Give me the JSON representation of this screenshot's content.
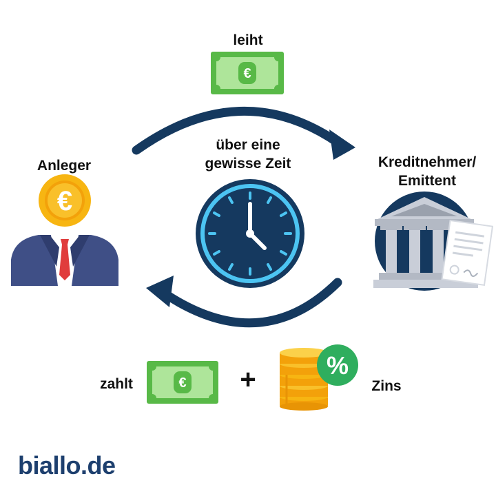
{
  "labels": {
    "leiht": "leiht",
    "anleger": "Anleger",
    "zeit_line1": "über eine",
    "zeit_line2": "gewisse Zeit",
    "kredit_line1": "Kreditnehmer/",
    "kredit_line2": "Emittent",
    "zahlt": "zahlt",
    "plus": "+",
    "zins": "Zins"
  },
  "logo": "biallo.de",
  "icons": {
    "banknote_top": "euro-banknote-icon",
    "investor": "investor-coin-head-icon",
    "clock": "clock-icon",
    "bank": "bank-building-icon",
    "banknote_bottom": "euro-banknote-icon",
    "coins": "coin-stack-percent-icon"
  },
  "colors": {
    "navy": "#15395f",
    "money_green": "#58b947",
    "money_light": "#aee59a",
    "clock_blue": "#4cc4f2",
    "gold": "#f7b512",
    "suit_blue": "#3f4f86",
    "tie_red": "#e03c3c",
    "bank_gray": "#c9ced8",
    "percent_green": "#2fae5e"
  }
}
